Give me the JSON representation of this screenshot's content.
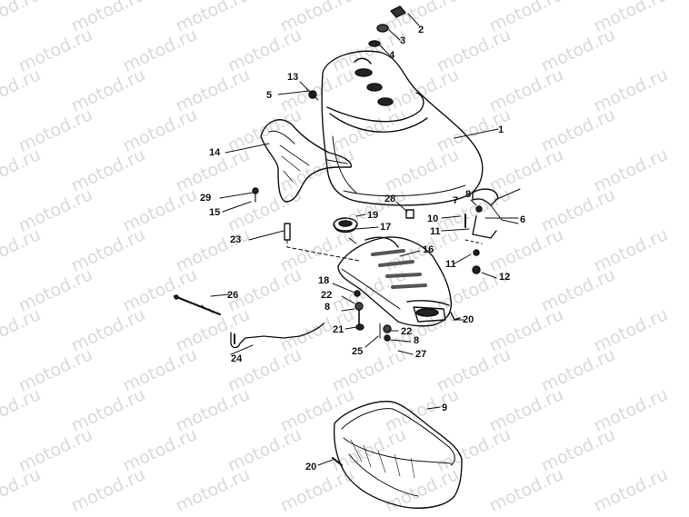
{
  "diagram": {
    "watermark": "motod.ru",
    "callouts": [
      "1",
      "2",
      "3",
      "4",
      "5",
      "6",
      "7",
      "8",
      "8",
      "8",
      "9",
      "10",
      "11",
      "11",
      "12",
      "13",
      "14",
      "15",
      "16",
      "17",
      "18",
      "19",
      "20",
      "20",
      "21",
      "22",
      "22",
      "23",
      "24",
      "25",
      "26",
      "27",
      "28",
      "29"
    ]
  }
}
